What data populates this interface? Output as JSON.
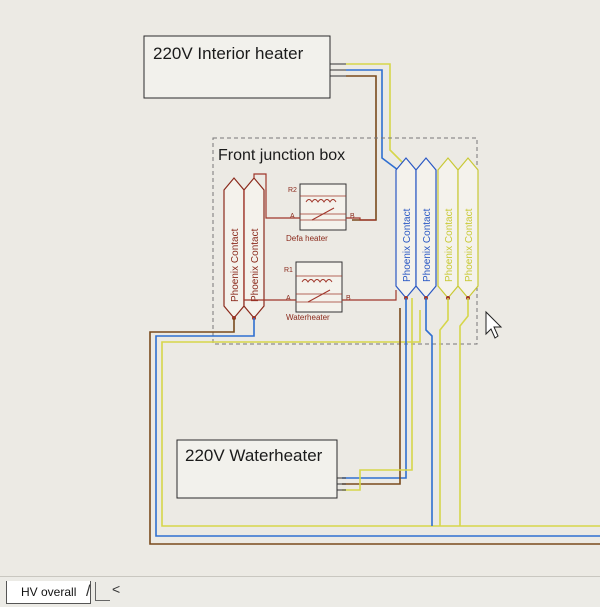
{
  "interior_heater": {
    "label": "220V Interior heater"
  },
  "junction_box": {
    "label": "Front junction box"
  },
  "water_heater": {
    "label": "220V Waterheater"
  },
  "connectors": [
    {
      "label": "Phoenix Contact",
      "color": "#8b2a1c"
    },
    {
      "label": "Phoenix Contact",
      "color": "#8b2a1c"
    },
    {
      "label": "Phoenix Contact",
      "color": "#2a58c4"
    },
    {
      "label": "Phoenix Contact",
      "color": "#2a58c4"
    },
    {
      "label": "Phoenix Contact",
      "color": "#c9c935"
    },
    {
      "label": "Phoenix Contact",
      "color": "#c9c935"
    }
  ],
  "relays": [
    {
      "id": "R2",
      "terminal_a": "A",
      "terminal_b": "B",
      "name": "Defa heater"
    },
    {
      "id": "R1",
      "terminal_a": "A",
      "terminal_b": "B",
      "name": "Waterheater"
    }
  ],
  "wire_colors": {
    "brown": "#7a4a1c",
    "blue": "#2f6fd1",
    "yellow": "#d6d64a",
    "relay": "#a0362a"
  },
  "tabs": {
    "active": "HV overall",
    "prev": "<"
  }
}
